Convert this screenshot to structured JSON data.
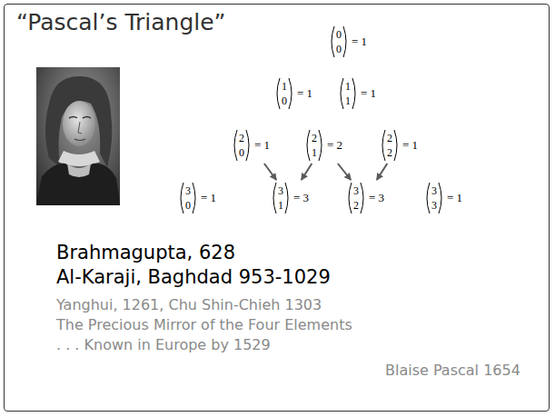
{
  "diagram": {
    "title": "“Pascal’s Triangle”",
    "nodes": [
      {
        "text": [
          "0",
          "0",
          "= 1"
        ]
      },
      {
        "text": [
          "1",
          "0",
          "= 1"
        ]
      },
      {
        "text": [
          "1",
          "1",
          "= 1"
        ]
      },
      {
        "text": [
          "2",
          "0",
          "= 1"
        ]
      },
      {
        "text": [
          "2",
          "1",
          "= 2"
        ]
      },
      {
        "text": [
          "2",
          "2",
          "= 1"
        ]
      },
      {
        "text": [
          "3",
          "0",
          "= 1"
        ]
      },
      {
        "text": [
          "3",
          "1",
          "= 3"
        ]
      },
      {
        "text": [
          "3",
          "2",
          "= 3"
        ]
      },
      {
        "text": [
          "3",
          "3",
          "= 1"
        ]
      }
    ],
    "edges": [
      {
        "from": 3,
        "to": 7,
        "arrow": "to"
      },
      {
        "from": 4,
        "to": 7,
        "arrow": "to"
      },
      {
        "from": 4,
        "to": 8,
        "arrow": "to"
      },
      {
        "from": 5,
        "to": 8,
        "arrow": "to"
      }
    ],
    "labels": [
      "Brahmagupta, 628",
      "Al-Karaji, Baghdad 953-1029",
      "Yanghui, 1261, Chu Shin-Chieh 1303",
      "The Precious Mirror of the Four Elements",
      ". . . Known in Europe by 1529",
      "Blaise Pascal 1654"
    ]
  }
}
